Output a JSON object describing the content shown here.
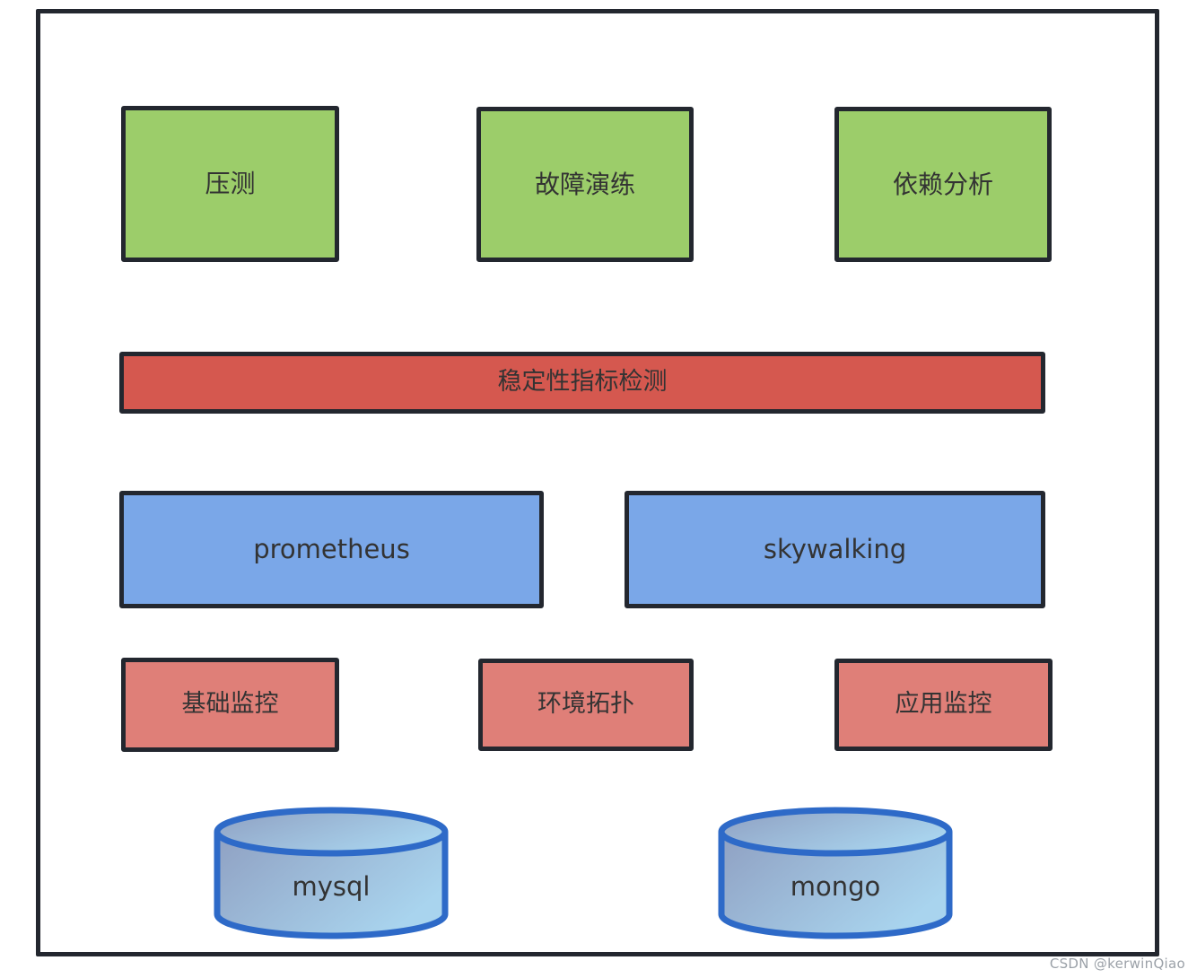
{
  "diagram": {
    "title": "stability-architecture-diagram",
    "top_row": [
      {
        "label": "压测"
      },
      {
        "label": "故障演练"
      },
      {
        "label": "依赖分析"
      }
    ],
    "stability_bar": {
      "label": "稳定性指标检测"
    },
    "middle_row": [
      {
        "label": "prometheus"
      },
      {
        "label": "skywalking"
      }
    ],
    "monitor_row": [
      {
        "label": "基础监控"
      },
      {
        "label": "环境拓扑"
      },
      {
        "label": "应用监控"
      }
    ],
    "databases": [
      {
        "label": "mysql"
      },
      {
        "label": "mongo"
      }
    ],
    "watermark": "CSDN @kerwinQiao",
    "colors": {
      "green_fill": "#9ccd6a",
      "red_bar_fill": "#d5584f",
      "salmon_fill": "#df7f78",
      "blue_fill": "#7aa7e8",
      "box_border": "#23272f",
      "cylinder_stroke": "#2e6ac8",
      "cylinder_fill_start": "#8fa0c2",
      "cylinder_fill_end": "#a9d4ee",
      "text": "#333333",
      "watermark_text": "#9ba1a8"
    }
  }
}
